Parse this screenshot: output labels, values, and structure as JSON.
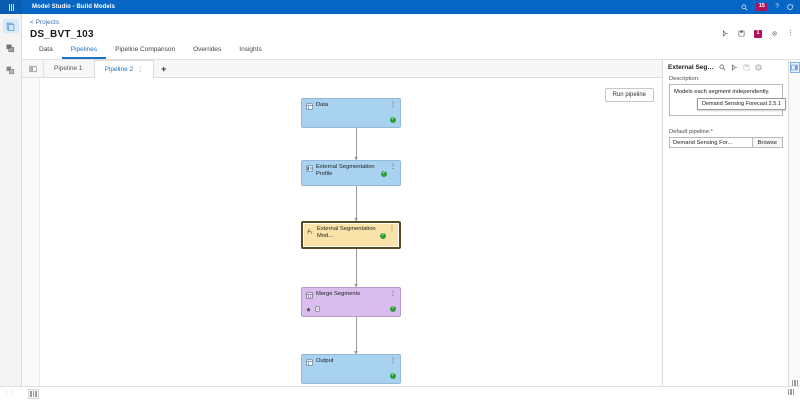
{
  "topbar": {
    "waffle_icon": "app-grid-icon",
    "title": "Model Studio - Build Models",
    "search_icon": "search-icon",
    "notifications_badge": "15",
    "help_icon": "help-question-icon",
    "user_icon": "user-avatar-icon"
  },
  "left_rail": {
    "items": [
      {
        "icon": "copy-pages-icon",
        "name": "rail-item-projects",
        "active": true
      },
      {
        "icon": "data-stack-icon",
        "name": "rail-item-data",
        "active": false
      },
      {
        "icon": "models-layers-icon",
        "name": "rail-item-models",
        "active": false
      }
    ]
  },
  "header": {
    "breadcrumb": "< Projects",
    "project_title": "DS_BVT_103",
    "tabs": [
      {
        "label": "Data",
        "active": false
      },
      {
        "label": "Pipelines",
        "active": true
      },
      {
        "label": "Pipeline Comparison",
        "active": false
      },
      {
        "label": "Overrides",
        "active": false
      },
      {
        "label": "Insights",
        "active": false
      }
    ],
    "actions": [
      {
        "icon": "run-play-icon",
        "name": "run-button"
      },
      {
        "icon": "refresh-icon",
        "name": "refresh-button"
      },
      {
        "icon": "count-badge",
        "name": "running-count-badge",
        "label": "1"
      },
      {
        "icon": "gear-icon",
        "name": "settings-button"
      },
      {
        "icon": "kebab-menu-icon",
        "name": "more-options-button"
      }
    ]
  },
  "pipeline_tabs": {
    "rail_button_icon": "panel-collapse-icon",
    "tabs": [
      {
        "label": "Pipeline 1",
        "active": false,
        "kebab": false
      },
      {
        "label": "Pipeline 2",
        "active": true,
        "kebab": true
      }
    ],
    "kebab_glyph": "⋮",
    "add_label": "+"
  },
  "canvas": {
    "run_pipeline_label": "Run pipeline",
    "kebab_glyph": "⋮",
    "nodes": [
      {
        "label": "Data",
        "icon": "data-table-icon",
        "type": "data",
        "selected": false,
        "status": "success",
        "status_position": "row2",
        "extra_icons": []
      },
      {
        "label": "External Segmentation Profile",
        "icon": "profile-table-icon",
        "type": "data",
        "selected": false,
        "status": "success",
        "status_position": "row1",
        "extra_icons": []
      },
      {
        "label": "External Segmentation Mod...",
        "icon": "function-fx-icon",
        "type": "selected",
        "selected": true,
        "status": "success",
        "status_position": "row1",
        "extra_icons": []
      },
      {
        "label": "Merge Segments",
        "icon": "merge-table-icon",
        "type": "merge",
        "selected": false,
        "status": "success",
        "status_position": "row2",
        "extra_icons": [
          "star-icon",
          "report-icon"
        ]
      },
      {
        "label": "Output",
        "icon": "output-table-icon",
        "type": "data",
        "selected": false,
        "status": "success",
        "status_position": "row2",
        "extra_icons": []
      }
    ]
  },
  "right_panel": {
    "title": "External Segm...",
    "icons": [
      {
        "icon": "search-icon",
        "name": "panel-search-button",
        "disabled": false
      },
      {
        "icon": "run-play-icon",
        "name": "panel-run-button",
        "disabled": false
      },
      {
        "icon": "save-icon",
        "name": "panel-save-button",
        "disabled": true
      },
      {
        "icon": "help-circle-icon",
        "name": "panel-help-button",
        "disabled": false
      }
    ],
    "description_label": "Description:",
    "description_value": "Models each segment independently.",
    "default_pipeline_label": "Default pipeline:",
    "required_marker": "*",
    "default_pipeline_value": "Demand Sensing For...",
    "browse_label": "Browse",
    "tooltip_text": "Demand Sensing Forecast 2.5.1"
  },
  "edge_strip": {
    "toggle_icon": "expand-panel-icon",
    "bottom_icon": "resize-grip-icon"
  },
  "bottom_bar": {
    "left_chip": "⋮⋮",
    "panel_icon": "panel-toggle-icon",
    "right_icon": "resize-grip-icon"
  },
  "colors": {
    "brand_blue": "#0766c4",
    "accent_blue": "#1a73c4",
    "node_blue": "#a9d2f0",
    "node_purple": "#d9bdee",
    "node_selected": "#f9e3a8",
    "badge_magenta": "#b01060",
    "status_green": "#2ba03a"
  }
}
